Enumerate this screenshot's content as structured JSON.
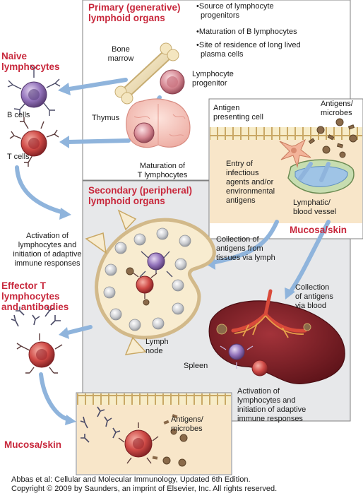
{
  "primary": {
    "heading_line1": "Primary (generative)",
    "heading_line2": "lymphoid organs",
    "bullets": [
      [
        "Source of lymphocyte",
        "progenitors"
      ],
      [
        "Maturation of B lymphocytes"
      ],
      [
        "Site of residence of long lived",
        "plasma cells"
      ]
    ],
    "bone_marrow": [
      "Bone",
      "marrow"
    ],
    "lymphocyte_progenitor": [
      "Lymphocyte",
      "progenitor"
    ],
    "thymus": "Thymus",
    "t_maturation": [
      "Maturation of",
      "T lymphocytes"
    ]
  },
  "naive": {
    "heading": [
      "Naive",
      "lymphocytes"
    ],
    "b_cells": "B cells",
    "t_cells": "T cells"
  },
  "mucosa_top": {
    "apc": [
      "Antigen",
      "presenting cell"
    ],
    "antigens": [
      "Antigens/",
      "microbes"
    ],
    "entry": [
      "Entry of",
      "infectious",
      "agents and/or",
      "environmental",
      "antigens"
    ],
    "vessel": [
      "Lymphatic/",
      "blood vessel"
    ],
    "label": "Mucosa/skin"
  },
  "secondary": {
    "heading_line1": "Secondary (peripheral)",
    "heading_line2": "lymphoid organs",
    "activation_left": [
      "Activation of",
      "lymphocytes and",
      "initiation of adaptive",
      "immune responses"
    ],
    "collection_lymph": [
      "Collection of",
      "antigens from",
      "tissues via lymph"
    ],
    "collection_blood": [
      "Collection",
      "of antigens",
      "via blood"
    ],
    "lymph_node": [
      "Lymph",
      "node"
    ],
    "spleen": "Spleen",
    "activation_bottom": [
      "Activation of",
      "lymphocytes and",
      "initiation of adaptive",
      "immune responses"
    ]
  },
  "effector": {
    "heading": [
      "Effector T",
      "lymphocytes",
      "and antibodies"
    ]
  },
  "mucosa_bottom": {
    "antigens": [
      "Antigens/",
      "microbes"
    ],
    "label": "Mucosa/skin"
  },
  "footer": {
    "line1": "Abbas et al: Cellular and Molecular Immunology, Updated 6th Edition.",
    "line2": "Copyright © 2009 by Saunders, an imprint of Elsevier, Inc. All rights reserved."
  },
  "colors": {
    "heading_red": "#c8283c",
    "arrow_blue": "#8fb4dc",
    "panel_gray": "#e7e8ea",
    "panel_border": "#7a7a7a",
    "b_cell_purple": "#8e6cb4",
    "t_cell_red": "#c8393f",
    "spleen_red": "#7d1d22",
    "mucosa_tan": "#f6e4c6"
  },
  "icons": [
    "bone-icon",
    "progenitor-cell-icon",
    "thymus-icon",
    "b-cell-icon",
    "t-cell-icon",
    "antibody-icon",
    "microbe-icon",
    "dendritic-cell-icon",
    "lymph-node-icon",
    "spleen-icon",
    "epithelium-icon",
    "blood-vessel-icon"
  ]
}
